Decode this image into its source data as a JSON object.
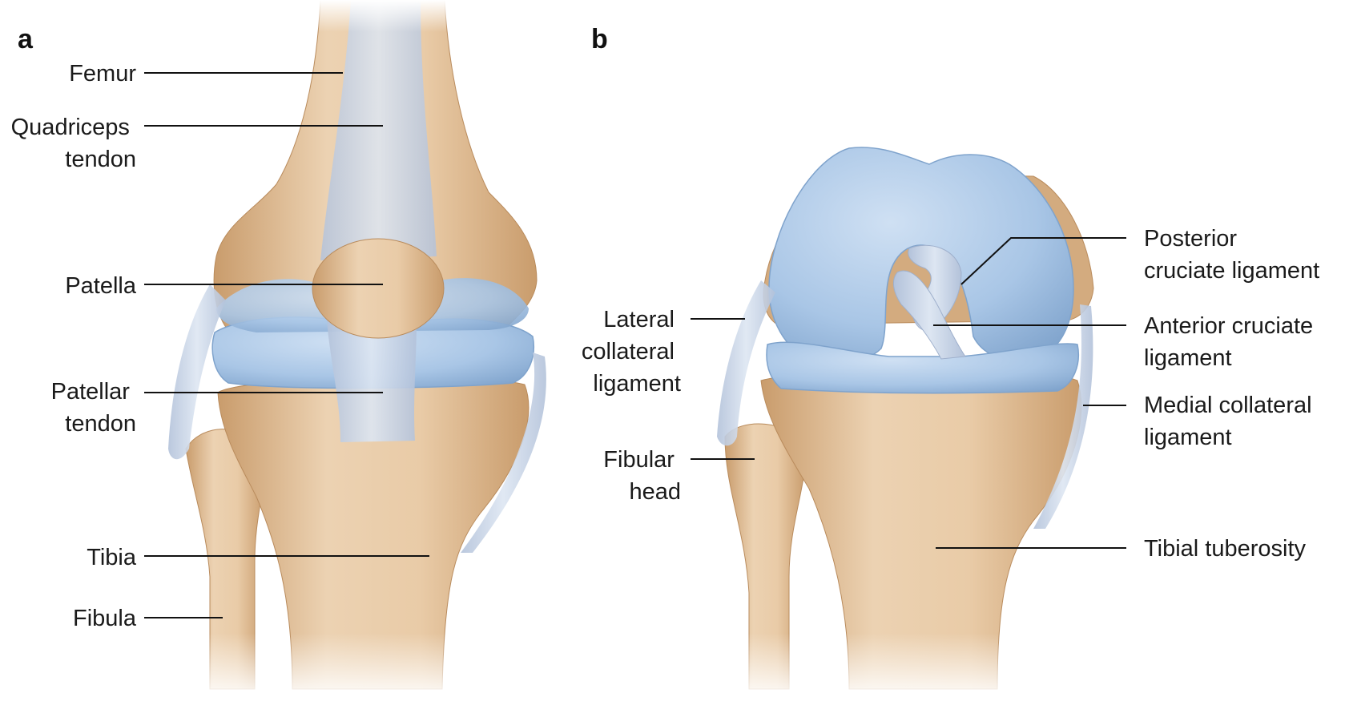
{
  "colors": {
    "bone": "#e3c29b",
    "bone_shadow": "#c99c6c",
    "bone_highlight": "#f3dec3",
    "cartilage": "#a9c6e6",
    "cartilage_dark": "#7fa3cc",
    "ligament": "#c7d3e6",
    "ligament_line": "#9fb0cc",
    "leader": "#111111",
    "text": "#1a1a1a"
  },
  "panels": [
    {
      "letter": "a",
      "labels": [
        {
          "id": "femur",
          "lines": [
            "Femur"
          ]
        },
        {
          "id": "quadriceps-tendon",
          "lines": [
            "Quadriceps",
            "tendon"
          ]
        },
        {
          "id": "patella",
          "lines": [
            "Patella"
          ]
        },
        {
          "id": "patellar-tendon",
          "lines": [
            "Patellar",
            "tendon"
          ]
        },
        {
          "id": "tibia",
          "lines": [
            "Tibia"
          ]
        },
        {
          "id": "fibula",
          "lines": [
            "Fibula"
          ]
        }
      ]
    },
    {
      "letter": "b",
      "labels": [
        {
          "id": "lateral-collateral-ligament",
          "lines": [
            "Lateral",
            "collateral",
            "ligament"
          ]
        },
        {
          "id": "fibular-head",
          "lines": [
            "Fibular",
            "head"
          ]
        },
        {
          "id": "posterior-cruciate-ligament",
          "lines": [
            "Posterior",
            "cruciate ligament"
          ]
        },
        {
          "id": "anterior-cruciate-ligament",
          "lines": [
            "Anterior cruciate",
            "ligament"
          ]
        },
        {
          "id": "medial-collateral-ligament",
          "lines": [
            "Medial collateral",
            "ligament"
          ]
        },
        {
          "id": "tibial-tuberosity",
          "lines": [
            "Tibial tuberosity"
          ]
        }
      ]
    }
  ]
}
